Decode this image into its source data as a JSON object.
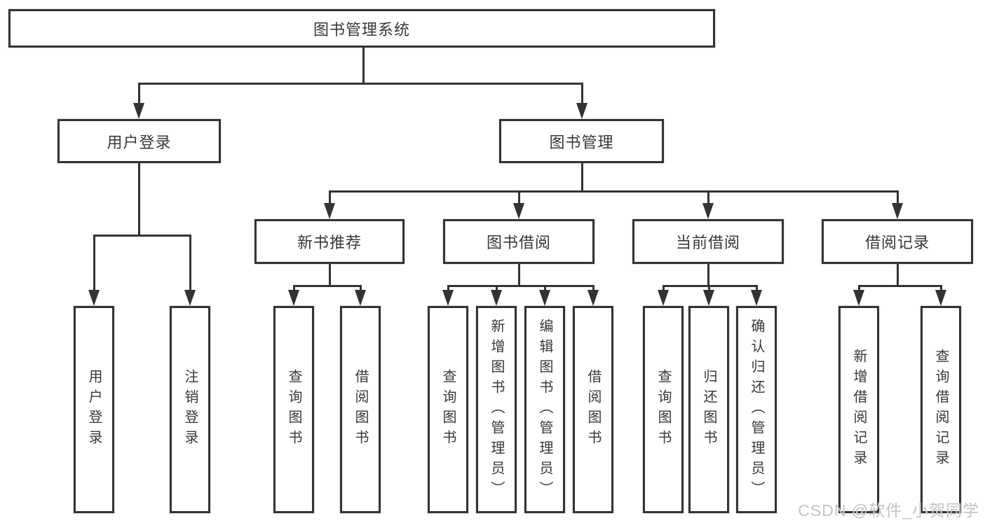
{
  "diagram": {
    "title": "图书管理系统",
    "root": {
      "label": "图书管理系统",
      "children": [
        {
          "label": "用户登录",
          "children": [
            {
              "label": "用户登录"
            },
            {
              "label": "注销登录"
            }
          ]
        },
        {
          "label": "图书管理",
          "children": [
            {
              "label": "新书推荐",
              "children": [
                {
                  "label": "查询图书"
                },
                {
                  "label": "借阅图书"
                }
              ]
            },
            {
              "label": "图书借阅",
              "children": [
                {
                  "label": "查询图书"
                },
                {
                  "label": "新增图书（管理员）"
                },
                {
                  "label": "编辑图书（管理员）"
                },
                {
                  "label": "借阅图书"
                }
              ]
            },
            {
              "label": "当前借阅",
              "children": [
                {
                  "label": "查询图书"
                },
                {
                  "label": "归还图书"
                },
                {
                  "label": "确认归还（管理员）"
                }
              ]
            },
            {
              "label": "借阅记录",
              "children": [
                {
                  "label": "新增借阅记录"
                },
                {
                  "label": "查询借阅记录"
                }
              ]
            }
          ]
        }
      ]
    }
  },
  "watermark": {
    "text": "CSDN @软件_小贺同学"
  },
  "colors": {
    "box_border": "#333333",
    "connector_line": "#333333",
    "text": "#383838",
    "watermark": "#c0c0c0",
    "background": "#ffffff"
  }
}
